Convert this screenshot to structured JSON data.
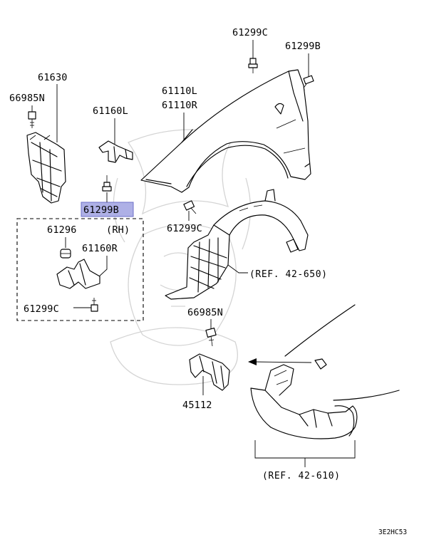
{
  "labels": {
    "p61299c_top": "61299C",
    "p61299b_top": "61299B",
    "p61630": "61630",
    "p66985n_left": "66985N",
    "p61160l": "61160L",
    "p61110l": "61110L",
    "p61110r": "61110R",
    "p61299b_sel": "61299B",
    "p61299c_mid": "61299C",
    "p61296": "61296",
    "rh": "(RH)",
    "p61160r": "61160R",
    "p61299c_box": "61299C",
    "ref_650": "(REF. 42-650)",
    "p66985n_mid": "66985N",
    "p45112": "45112",
    "ref_610": "(REF. 42-610)",
    "diagram_code": "3E2HC53"
  },
  "colors": {
    "highlight_fill": "#aeb0e6",
    "highlight_border": "#6c6fc8",
    "line": "#000000",
    "watermark": "#d4d4d4"
  }
}
